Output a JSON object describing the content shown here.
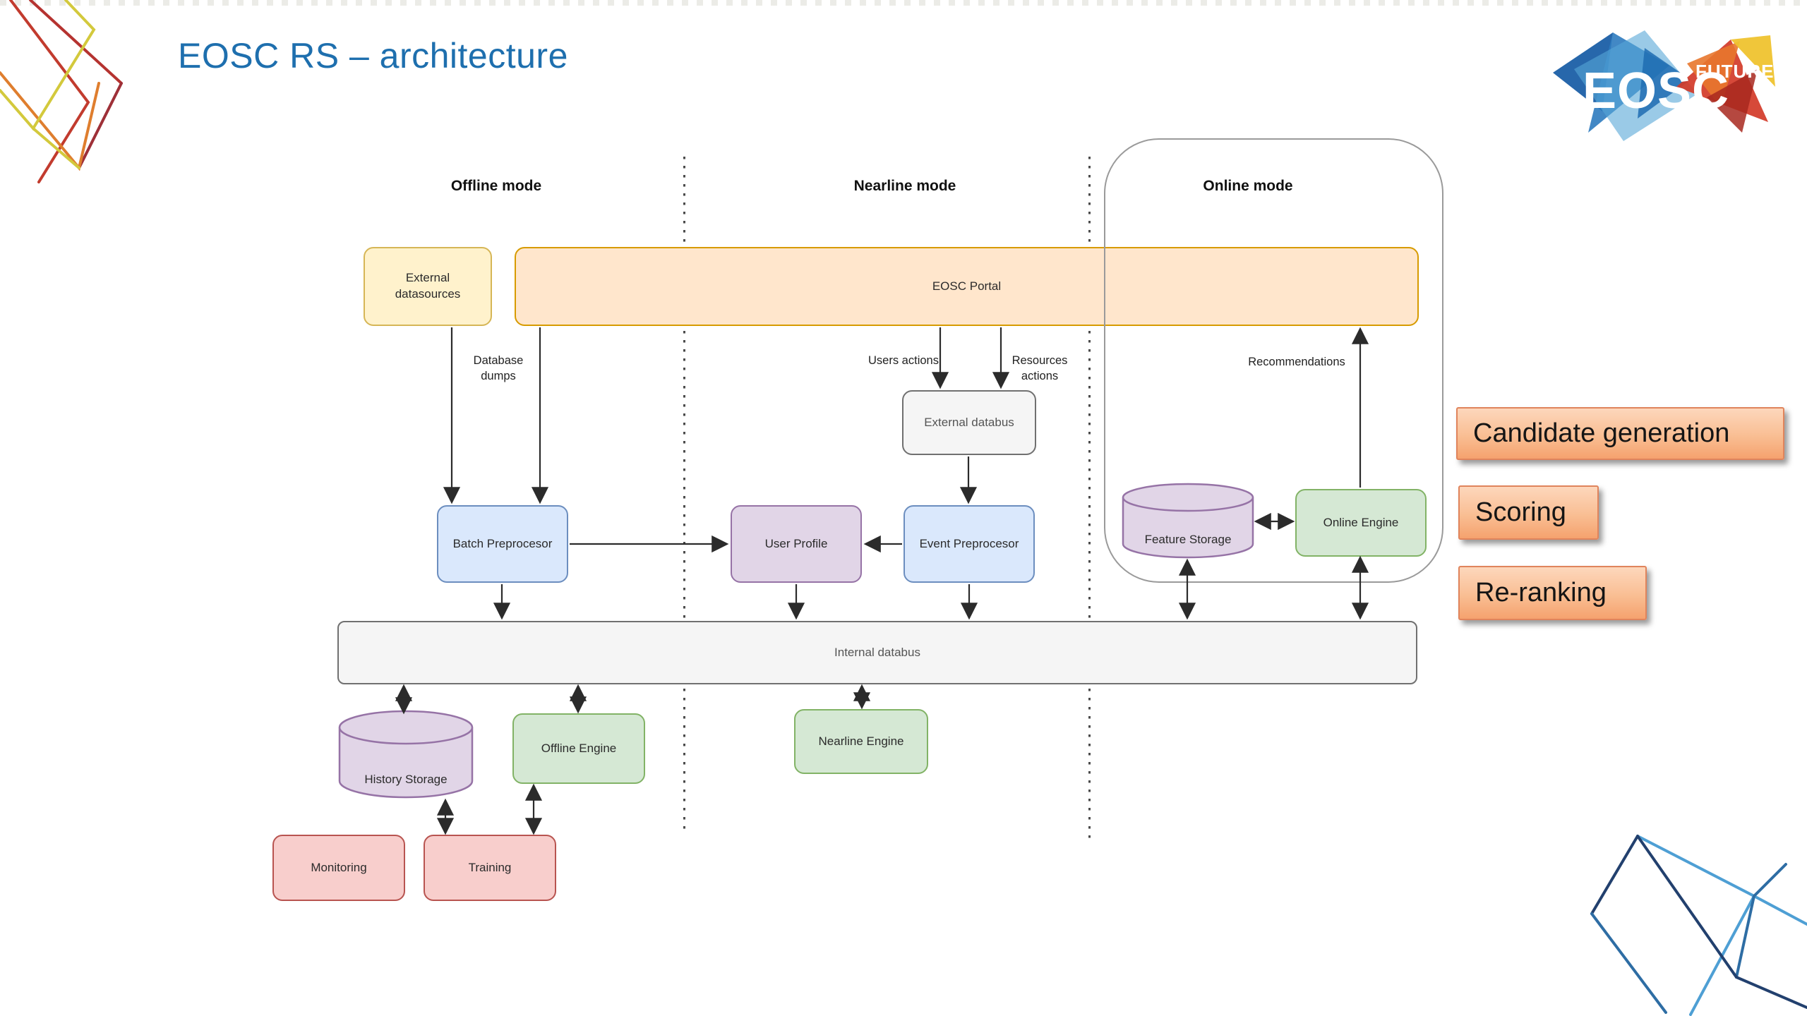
{
  "title": "EOSC RS – architecture",
  "logo": {
    "name": "EOSC",
    "suffix": "FUTURE"
  },
  "modes": {
    "offline": "Offline mode",
    "nearline": "Nearline mode",
    "online": "Online mode"
  },
  "nodes": {
    "external_datasources": {
      "label": "External datasources"
    },
    "eosc_portal": {
      "label": "EOSC Portal"
    },
    "external_databus": {
      "label": "External databus"
    },
    "batch_preprocessor": {
      "label": "Batch Preprocesor"
    },
    "user_profile": {
      "label": "User Profile"
    },
    "event_preprocessor": {
      "label": "Event Preprocesor"
    },
    "feature_storage": {
      "label": "Feature Storage"
    },
    "online_engine": {
      "label": "Online Engine"
    },
    "internal_databus": {
      "label": "Internal databus"
    },
    "history_storage": {
      "label": "History Storage"
    },
    "offline_engine": {
      "label": "Offline Engine"
    },
    "nearline_engine": {
      "label": "Nearline Engine"
    },
    "monitoring": {
      "label": "Monitoring"
    },
    "training": {
      "label": "Training"
    }
  },
  "edge_labels": {
    "database_dumps": "Database dumps",
    "users_actions": "Users actions",
    "resources_actions": "Resources actions",
    "recommendations": "Recommendations"
  },
  "annotations": {
    "candidate_generation": "Candidate generation",
    "scoring": "Scoring",
    "reranking": "Re-ranking"
  },
  "colors": {
    "title": "#1E6FAE",
    "datasource_fill": "#FFF2CC",
    "datasource_border": "#D6B656",
    "portal_fill": "#FFE6CC",
    "portal_border": "#D79B00",
    "preprocessor_fill": "#DAE8FC",
    "preprocessor_border": "#6C8EBF",
    "storage_fill": "#E1D5E7",
    "storage_border": "#9673A6",
    "engine_fill": "#D5E8D4",
    "engine_border": "#82B366",
    "bus_fill": "#F5F5F5",
    "bus_border": "#707070",
    "alert_fill": "#F8CECC",
    "alert_border": "#B85450",
    "annotation_fill_top": "#FDD7BC",
    "annotation_fill_bottom": "#F5A26E",
    "annotation_border": "#E0845C"
  }
}
